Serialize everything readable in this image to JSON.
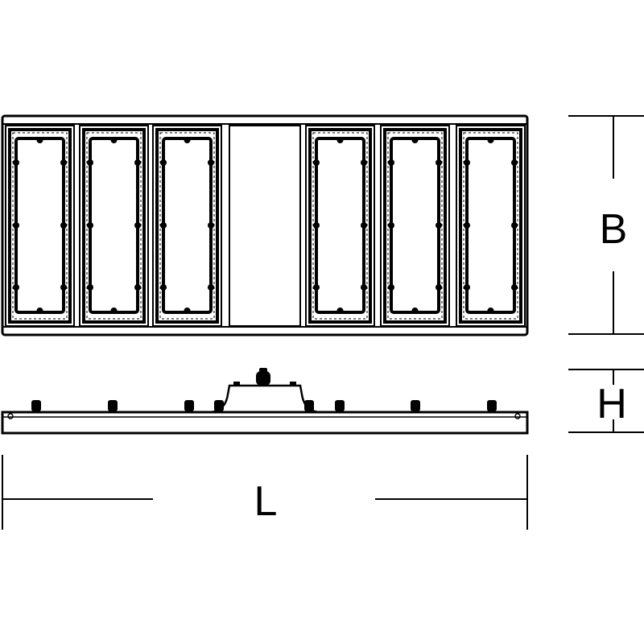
{
  "drawing": {
    "stroke_color": "#000000",
    "background_color": "#ffffff",
    "module_count": 6,
    "dimensions": {
      "width_label": "B",
      "height_label": "H",
      "length_label": "L"
    }
  }
}
